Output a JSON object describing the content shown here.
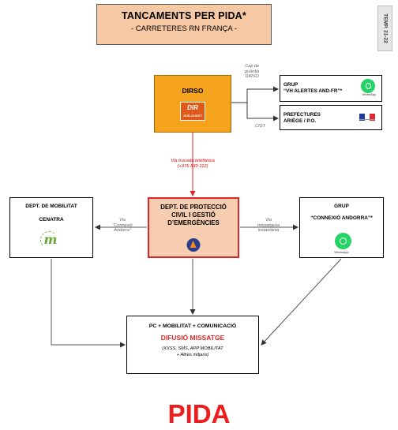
{
  "header": {
    "title": "TANCAMENTS PER PIDA*",
    "subtitle": "- CARRETERES RN FRANÇA -",
    "tag": "TEMP. 21-22"
  },
  "nodes": {
    "dirso": {
      "label": "DIRSO",
      "logo_text": "DIR",
      "logo_sub": "SUD-OUEST"
    },
    "grup_vh": {
      "label_line1": "GRUP",
      "label_line2": "“VH ALERTES AND-FR”*",
      "caption": "WhatsApp"
    },
    "prefectures": {
      "label_line1": "PREFECTURES",
      "label_line2": "ARIÈGE / P.O."
    },
    "mobilitat": {
      "label": "DEPT.  DE MOBILITAT",
      "sub": "CENATRA"
    },
    "proteccio": {
      "line1": "DEPT. DE PROTECCIÓ",
      "line2": "CIVIL I GESTIÓ",
      "line3": "D’EMERGÈNCIES"
    },
    "connexio": {
      "label": "GRUP",
      "sub": "“CONNEXIÓ ANDORRA”*",
      "caption": "WhatsApp"
    },
    "difusio": {
      "header": "PC + MOBILITAT + COMUNICACIÓ",
      "title": "DIFUSIÓ MISSATGE",
      "sub1": "(XXSS, SMS, APP MOBILITAT",
      "sub2": "+ Altres mitjans)"
    }
  },
  "edge_labels": {
    "cap_guardia": [
      "Cap de",
      "guàrdia",
      "DIRSO"
    ],
    "cigt": "CIGT",
    "via_trucada": [
      "Via trucada telefònica",
      "(+376 830 112)"
    ],
    "via_connexio": [
      "Via",
      "“Connexió",
      "Andorra”"
    ],
    "via_missatgeria": [
      "Via",
      "missatgeria",
      "instantània"
    ]
  },
  "footer": {
    "pida": "PIDA"
  },
  "colors": {
    "accent_red": "#e02626",
    "dirso_orange": "#f5a31d",
    "title_peach": "#f7c8a4",
    "whatsapp_green": "#25d366"
  }
}
